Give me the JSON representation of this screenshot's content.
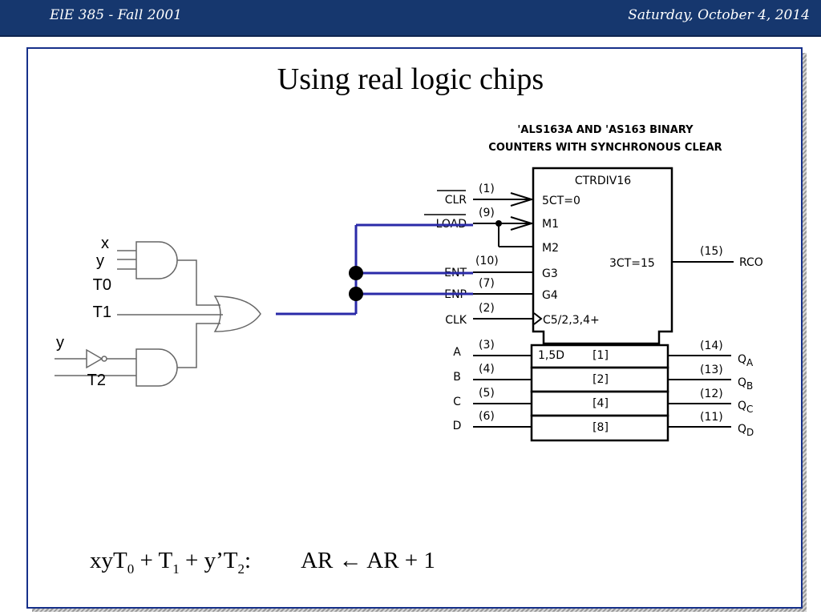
{
  "header": {
    "course": "ElE 385  - Fall 2001",
    "date": "Saturday, October 4, 2014"
  },
  "slide": {
    "title": "Using real logic chips"
  },
  "chip": {
    "caption_line1": "'ALS163A AND 'AS163 BINARY",
    "caption_line2": "COUNTERS WITH SYNCHRONOUS CLEAR",
    "name": "CTRDIV16",
    "inputs": [
      {
        "pin_name": "CLR",
        "pin_num": "(1)",
        "func": "5CT=0"
      },
      {
        "pin_name": "LOAD",
        "pin_num": "(9)",
        "func": "M1"
      },
      {
        "pin_name": "",
        "pin_num": "",
        "func": "M2"
      },
      {
        "pin_name": "ENT",
        "pin_num": "(10)",
        "func": "G3"
      },
      {
        "pin_name": "ENP",
        "pin_num": "(7)",
        "func": "G4"
      },
      {
        "pin_name": "CLK",
        "pin_num": "(2)",
        "func": "C5/2,3,4+"
      }
    ],
    "rco": {
      "pin_num": "(15)",
      "label": "RCO",
      "func": "3CT=15"
    },
    "data_bits": [
      {
        "in": "A",
        "in_pin": "(3)",
        "cell": "[1]",
        "cell_prefix": "1,5D",
        "out": "Q",
        "out_sub": "A",
        "out_pin": "(14)"
      },
      {
        "in": "B",
        "in_pin": "(4)",
        "cell": "[2]",
        "cell_prefix": "",
        "out": "Q",
        "out_sub": "B",
        "out_pin": "(13)"
      },
      {
        "in": "C",
        "in_pin": "(5)",
        "cell": "[4]",
        "cell_prefix": "",
        "out": "Q",
        "out_sub": "C",
        "out_pin": "(12)"
      },
      {
        "in": "D",
        "in_pin": "(6)",
        "cell": "[8]",
        "cell_prefix": "",
        "out": "Q",
        "out_sub": "D",
        "out_pin": "(11)"
      }
    ]
  },
  "gates": {
    "and1_inputs": [
      "x",
      "y",
      "T0"
    ],
    "or_input": "T1",
    "and2_inputs": [
      "y",
      "T2"
    ]
  },
  "formula": {
    "lhs_1": "xyT",
    "sub_1": "0",
    "lhs_2": " + T",
    "sub_2": "1",
    "lhs_3": " + y’T",
    "sub_3": "2",
    "lhs_4": ":",
    "rtl": "AR ← AR + 1"
  },
  "colors": {
    "header_bg": "#16376e",
    "frame_border": "#16308a",
    "wire_blue": "#2a2aa8"
  }
}
